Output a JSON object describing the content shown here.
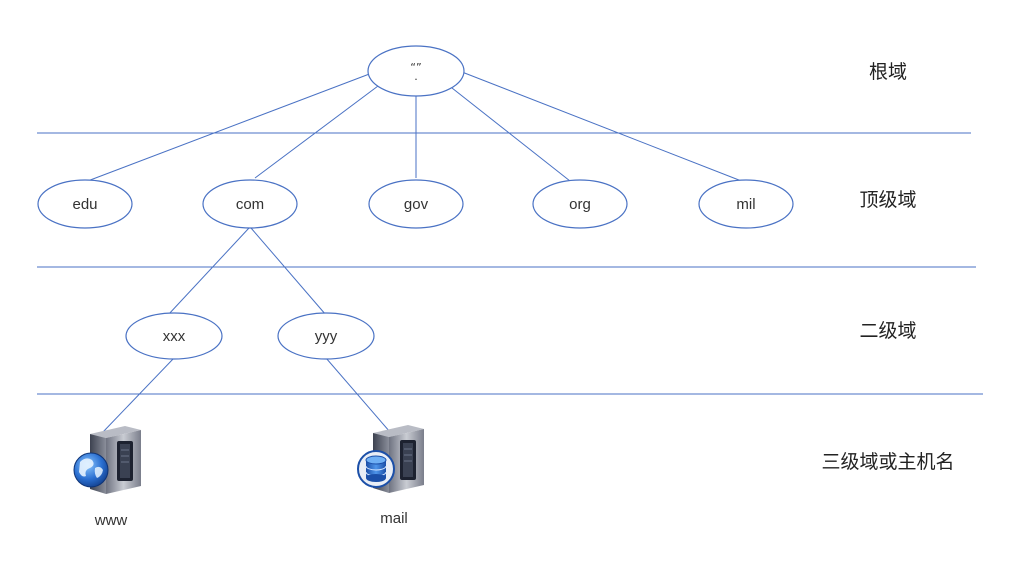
{
  "levels": {
    "root": "根域",
    "top": "顶级域",
    "second": "二级域",
    "third": "三级域或主机名"
  },
  "root_node": {
    "label": "“”",
    "dot": "."
  },
  "top_level": [
    "edu",
    "com",
    "gov",
    "org",
    "mil"
  ],
  "second_level": [
    "xxx",
    "yyy"
  ],
  "hosts": [
    {
      "label": "www",
      "icon": "web-server-icon"
    },
    {
      "label": "mail",
      "icon": "mail-server-icon"
    }
  ],
  "colors": {
    "line": "#4a72c4",
    "text": "#333333"
  }
}
